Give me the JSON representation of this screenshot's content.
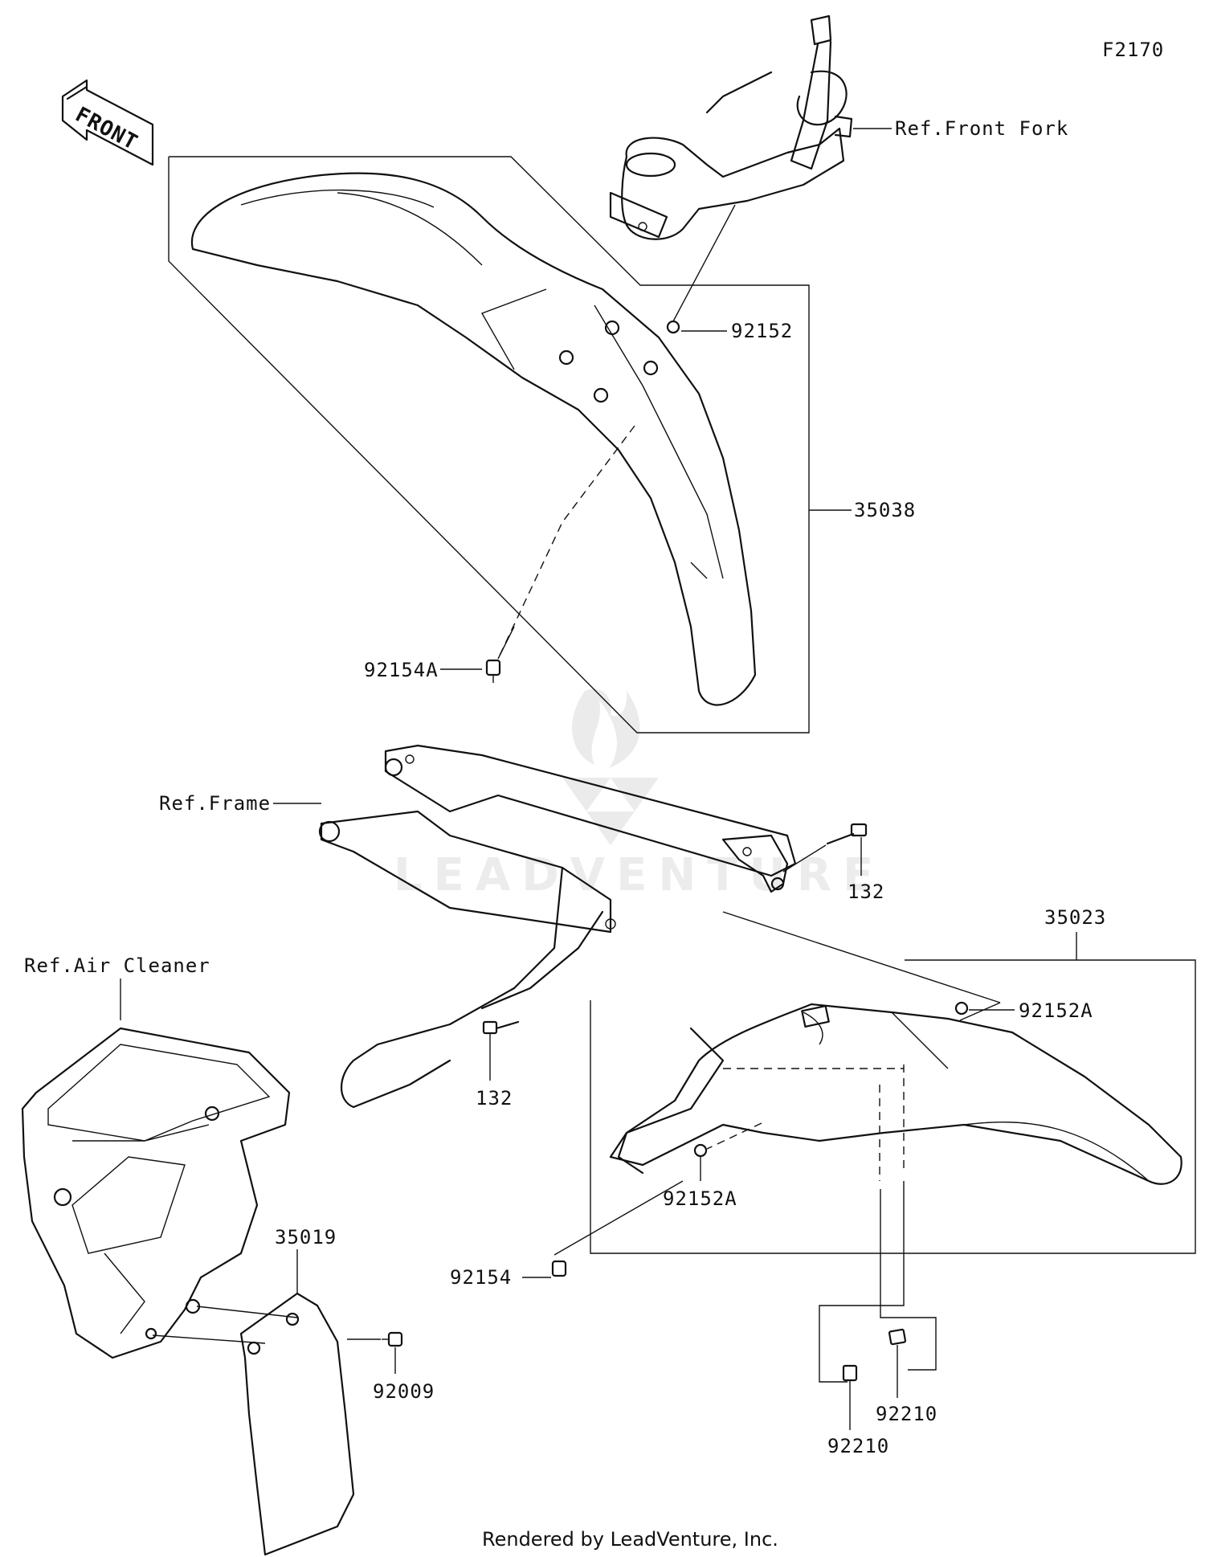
{
  "figure_code": "F2170",
  "front_arrow": "FRONT",
  "watermark": "LEADVENTURE",
  "footer": "Rendered by LeadVenture, Inc.",
  "refs": {
    "front_fork": "Ref.Front Fork",
    "frame": "Ref.Frame",
    "air_cleaner": "Ref.Air Cleaner"
  },
  "parts": {
    "front_fender": "35038",
    "rear_fender": "35023",
    "mud_flap": "35019",
    "nut_front": "92152",
    "screw_front": "92154A",
    "bolt_a": "132",
    "bolt_b": "132",
    "nut_rear_a": "92152A",
    "nut_rear_b": "92152A",
    "screw_rear": "92154",
    "screw_flap": "92009",
    "clip_a": "92210",
    "clip_b": "92210"
  }
}
